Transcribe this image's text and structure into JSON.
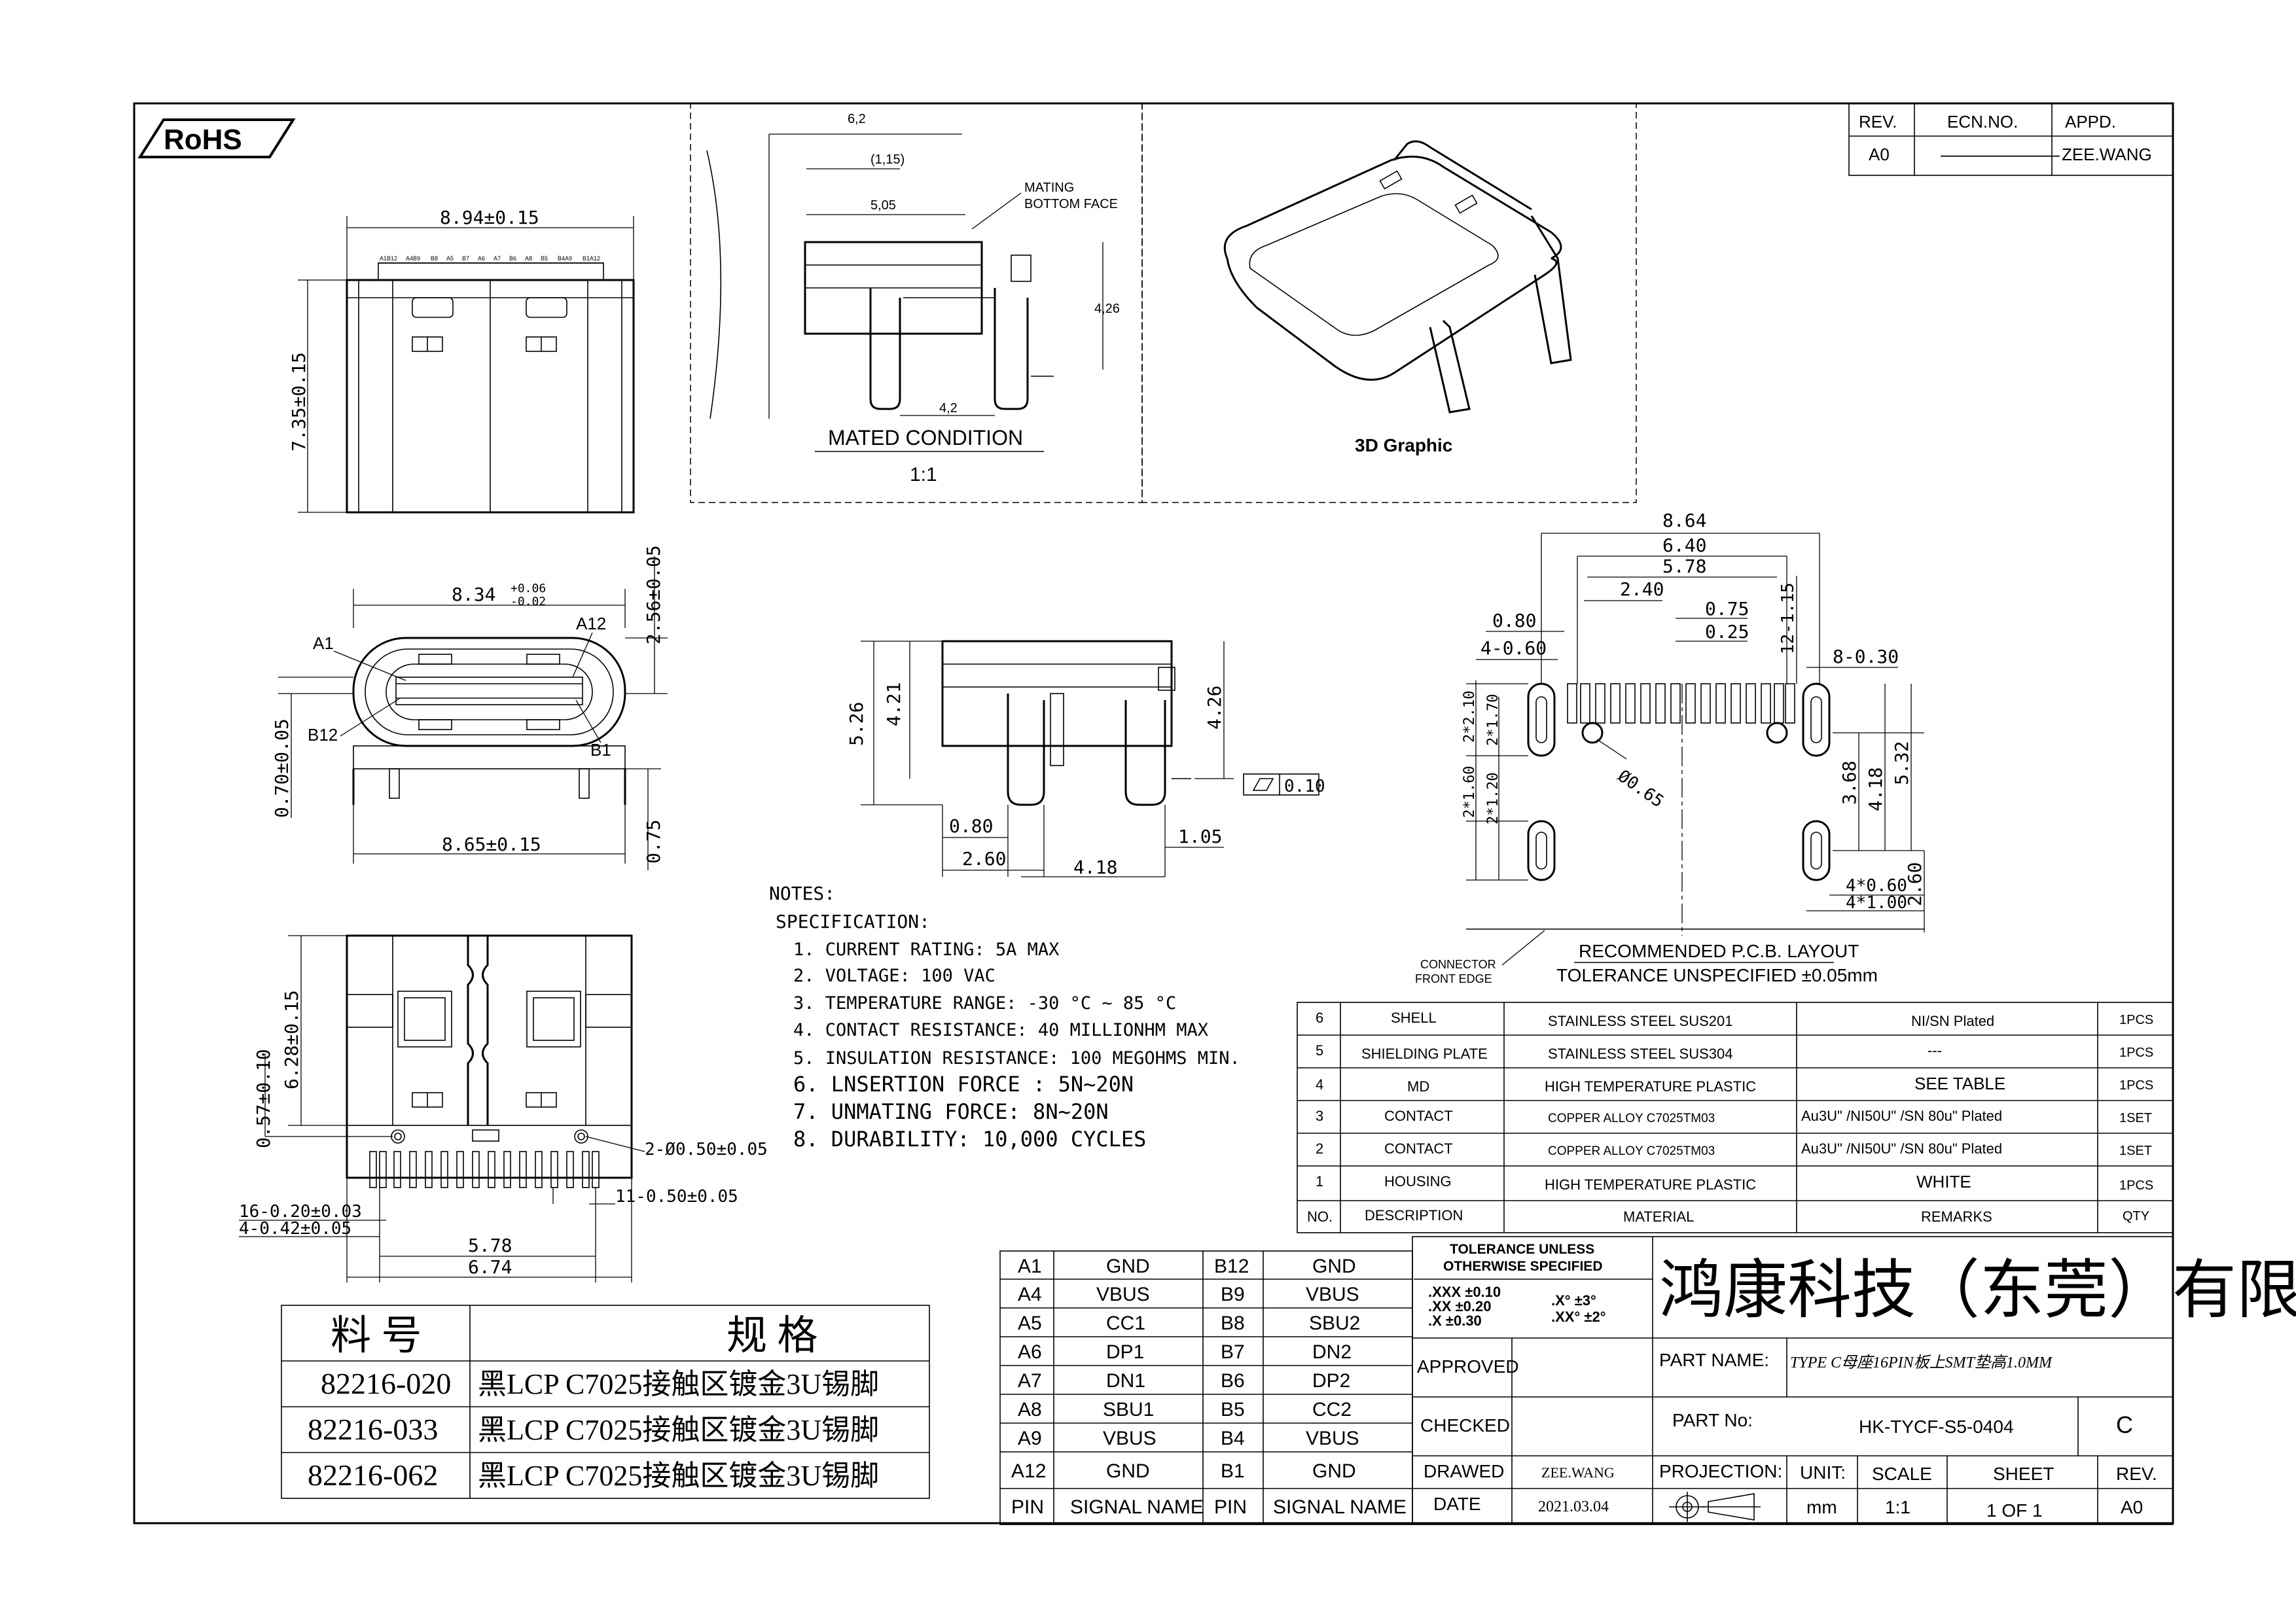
{
  "rohs": "RoHS",
  "revision_block": {
    "headers": [
      "REV.",
      "ECN.NO.",
      "APPD."
    ],
    "row": [
      "A0",
      "———————",
      "ZEE.WANG"
    ]
  },
  "top_view": {
    "width": "8.94±0.15",
    "height": "7.35±0.15",
    "pin_labels": [
      "A1B12",
      "A4B9",
      "B8",
      "A5",
      "B7",
      "A6",
      "A7",
      "B6",
      "A8",
      "B5",
      "B4A9",
      "B1A12"
    ]
  },
  "mated": {
    "d1": "6,2",
    "d2": "(1,15)",
    "d3": "5,05",
    "d4": "4,26",
    "d5": "4,2",
    "note": [
      "MATING",
      "BOTTOM FACE"
    ],
    "title": "MATED  CONDITION",
    "scale": "1:1"
  },
  "graphic_label": "3D Graphic",
  "front_view": {
    "width": "8.34",
    "tol_plus": "+0.06",
    "tol_minus": "-0.02",
    "a1": "A1",
    "a12": "A12",
    "b12": "B12",
    "b1": "B1",
    "height": "2.56±0.05",
    "left": "0.70±0.05",
    "bottom": "8.65±0.15",
    "right": "0.75"
  },
  "side_view": {
    "h1": "5.26",
    "h2": "4.21",
    "h3": "4.26",
    "d1": "0.80",
    "d2": "2.60",
    "d3": "4.18",
    "d4": "1.05",
    "flatness": "0.10"
  },
  "bottom_view": {
    "h1": "6.28±0.15",
    "h2": "0.57±0.10",
    "hole": "2-Ø0.50±0.05",
    "pitch": "11-0.50±0.05",
    "l1": "16-0.20±0.03",
    "l2": "4-0.42±0.05",
    "w1": "5.78",
    "w2": "6.74"
  },
  "pcb": {
    "dims": [
      "8.64",
      "6.40",
      "5.78",
      "2.40",
      "0.75",
      "0.25",
      "0.80",
      "4-0.60",
      "12-1.15",
      "8-0.30",
      "2*2.10",
      "2*1.70",
      "Ø0.65",
      "2*1.60",
      "2*1.20",
      "3.68",
      "4.18",
      "5.32",
      "4*0.60",
      "4*1.00",
      "2.60"
    ],
    "connector": [
      "CONNECTOR",
      "FRONT EDGE"
    ],
    "title": "RECOMMENDED  P.C.B.  LAYOUT",
    "tolerance": "TOLERANCE  UNSPECIFIED  ±0.05mm"
  },
  "notes": {
    "title": "NOTES:",
    "spec": "SPECIFICATION:",
    "items": [
      "1.  CURRENT  RATING:  5A  MAX",
      "2.  VOLTAGE:  100  VAC",
      "3.  TEMPERATURE  RANGE:  -30  °C  ~  85  °C",
      "4.  CONTACT  RESISTANCE:  40  MILLIONHM  MAX",
      "5.  INSULATION  RESISTANCE:  100  MEGOHMS  MIN.",
      "6.  LNSERTION  FORCE  :  5N~20N",
      "7.  UNMATING  FORCE:  8N~20N",
      "8.  DURABILITY:    10,000  CYCLES"
    ]
  },
  "bom": [
    [
      "6",
      "SHELL",
      "STAINLESS  STEEL  SUS201",
      "NI/SN   Plated",
      "1PCS"
    ],
    [
      "5",
      "SHIELDING  PLATE",
      "STAINLESS  STEEL  SUS304",
      "---",
      "1PCS"
    ],
    [
      "4",
      "MD",
      "HIGH  TEMPERATURE  PLASTIC",
      "SEE  TABLE",
      "1PCS"
    ],
    [
      "3",
      "CONTACT",
      "COPPER  ALLOY  C7025TM03",
      "Au3U\" /NI50U\" /SN  80u\"  Plated",
      "1SET"
    ],
    [
      "2",
      "CONTACT",
      "COPPER  ALLOY  C7025TM03",
      "Au3U\" /NI50U\" /SN  80u\"  Plated",
      "1SET"
    ],
    [
      "1",
      "HOUSING",
      "HIGH  TEMPERATURE  PLASTIC",
      "WHITE",
      "1PCS"
    ],
    [
      "NO.",
      "DESCRIPTION",
      "MATERIAL",
      "REMARKS",
      "QTY"
    ]
  ],
  "pins": [
    [
      "A1",
      "GND",
      "B12",
      "GND"
    ],
    [
      "A4",
      "VBUS",
      "B9",
      "VBUS"
    ],
    [
      "A5",
      "CC1",
      "B8",
      "SBU2"
    ],
    [
      "A6",
      "DP1",
      "B7",
      "DN2"
    ],
    [
      "A7",
      "DN1",
      "B6",
      "DP2"
    ],
    [
      "A8",
      "SBU1",
      "B5",
      "CC2"
    ],
    [
      "A9",
      "VBUS",
      "B4",
      "VBUS"
    ],
    [
      "A12",
      "GND",
      "B1",
      "GND"
    ],
    [
      "PIN",
      "SIGNAL NAME",
      "PIN",
      "SIGNAL NAME"
    ]
  ],
  "part_table": {
    "headers": [
      "料  号",
      "规    格"
    ],
    "rows": [
      [
        "82216-020",
        "黑LCP  C7025接触区镀金3U锡脚"
      ],
      [
        "82216-033",
        "黑LCP  C7025接触区镀金3U锡脚"
      ],
      [
        "82216-062",
        "黑LCP  C7025接触区镀金3U锡脚"
      ]
    ]
  },
  "title_block": {
    "tolerance_title": [
      "TOLERANCE  UNLESS",
      "OTHERWISE  SPECIFIED"
    ],
    "tolerance_values": [
      ".XXX  ±0.10",
      ".XX    ±0.20",
      ".X      ±0.30"
    ],
    "angle_values": [
      ".X°      ±3°",
      ".XX°    ±2°"
    ],
    "company": "鸿康科技（东莞）有限公司",
    "approved": "APPROVED",
    "checked": "CHECKED",
    "drawed": "DRAWED",
    "drawer": "ZEE.WANG",
    "date_label": "DATE",
    "date": "2021.03.04",
    "part_name_label": "PART  NAME:",
    "part_name": "TYPE C母座16PIN板上SMT垫高1.0MM",
    "part_no_label": "PART  No:",
    "part_no": "HK-TYCF-S5-0404",
    "rev_letter": "C",
    "projection": "PROJECTION:",
    "unit_label": "UNIT:",
    "unit": "mm",
    "scale_label": "SCALE",
    "scale": "1:1",
    "sheet_label": "SHEET",
    "sheet": "1  OF  1",
    "rev_label": "REV.",
    "rev": "A0"
  }
}
